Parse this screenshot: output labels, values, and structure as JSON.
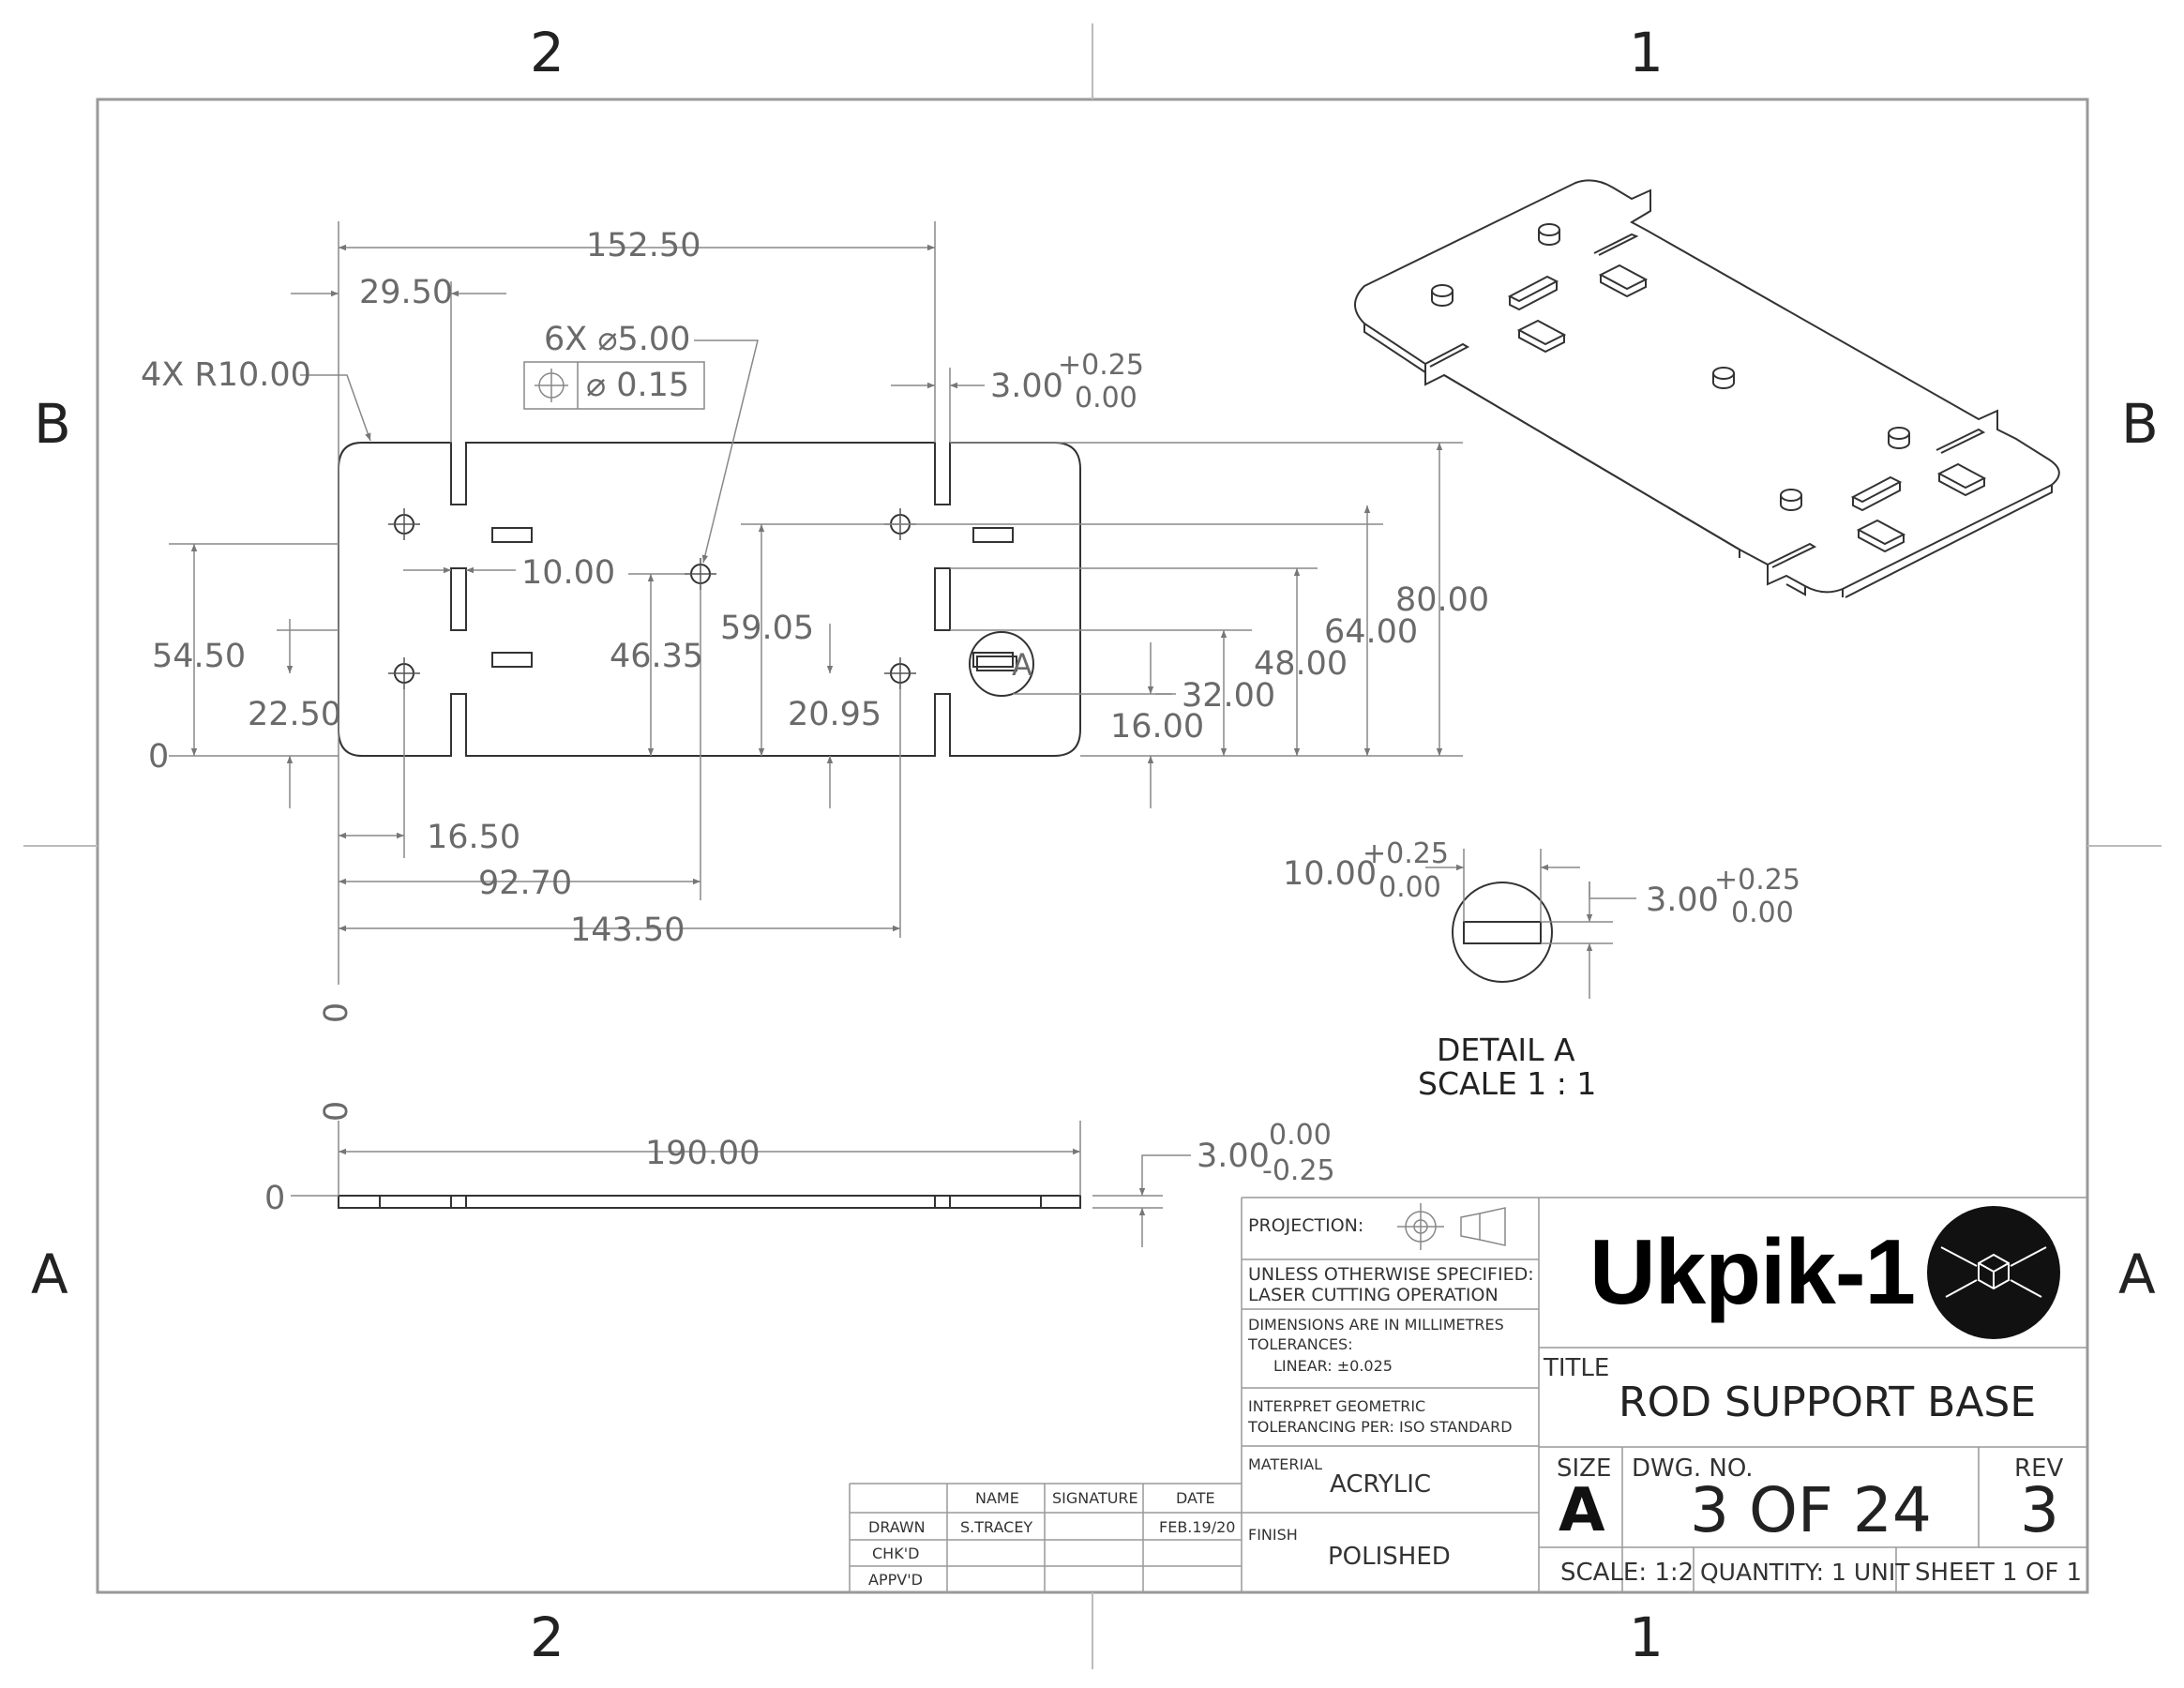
{
  "zones": {
    "top": [
      "2",
      "1"
    ],
    "bottom": [
      "2",
      "1"
    ],
    "left": [
      "B",
      "A"
    ],
    "right": [
      "B",
      "A"
    ]
  },
  "dims": {
    "d152": "152.50",
    "d29": "29.50",
    "r4x": "4X R10.00",
    "hole6x": "6X ⌀5.00",
    "pos_tol": "⌀ 0.15",
    "slot_w": "3.00",
    "slot_w_tol_up": "+0.25",
    "slot_w_tol_lo": "0.00",
    "d10": "10.00",
    "d54": "54.50",
    "d22": "22.50",
    "d0a": "0",
    "d46": "46.35",
    "d59": "59.05",
    "d20": "20.95",
    "detail_tag": "A",
    "d32": "32.00",
    "d16": "16.00",
    "d48": "48.00",
    "d64": "64.00",
    "d80": "80.00",
    "d16_50": "16.50",
    "d92": "92.70",
    "d143": "143.50",
    "d0b": "0",
    "d0c": "0",
    "d190": "190.00",
    "d0d": "0",
    "thk": "3.00",
    "thk_tol_up": "0.00",
    "thk_tol_lo": "-0.25",
    "detail_w": "10.00",
    "detail_w_tol_up": "+0.25",
    "detail_w_tol_lo": "0.00",
    "detail_h": "3.00",
    "detail_h_tol_up": "+0.25",
    "detail_h_tol_lo": "0.00",
    "detail_label": "DETAIL A",
    "detail_scale": "SCALE 1 : 1"
  },
  "title_block": {
    "projection": "PROJECTION:",
    "spec1": "UNLESS OTHERWISE SPECIFIED:",
    "spec2": "LASER CUTTING OPERATION",
    "dim1": "DIMENSIONS ARE IN MILLIMETRES",
    "dim2": "TOLERANCES:",
    "dim3": "LINEAR: ±0.025",
    "geo1": "INTERPRET GEOMETRIC",
    "geo2": "TOLERANCING PER: ISO STANDARD",
    "material_label": "MATERIAL",
    "material": "ACRYLIC",
    "finish_label": "FINISH",
    "finish": "POLISHED",
    "logo": "Ukpik-1",
    "title_label": "TITLE",
    "title": "ROD SUPPORT BASE",
    "size_label": "SIZE",
    "size": "A",
    "dwg_label": "DWG.  NO.",
    "dwg": "3 OF 24",
    "rev_label": "REV",
    "rev": "3",
    "scale": "SCALE: 1:2",
    "quantity": "QUANTITY: 1 UNIT",
    "sheet": "SHEET 1 OF 1"
  },
  "signoff": {
    "headers": [
      "NAME",
      "SIGNATURE",
      "DATE"
    ],
    "rows": [
      {
        "role": "DRAWN",
        "name": "S.TRACEY",
        "signature": "",
        "date": "FEB.19/20"
      },
      {
        "role": "CHK'D",
        "name": "",
        "signature": "",
        "date": ""
      },
      {
        "role": "APPV'D",
        "name": "",
        "signature": "",
        "date": ""
      }
    ]
  }
}
